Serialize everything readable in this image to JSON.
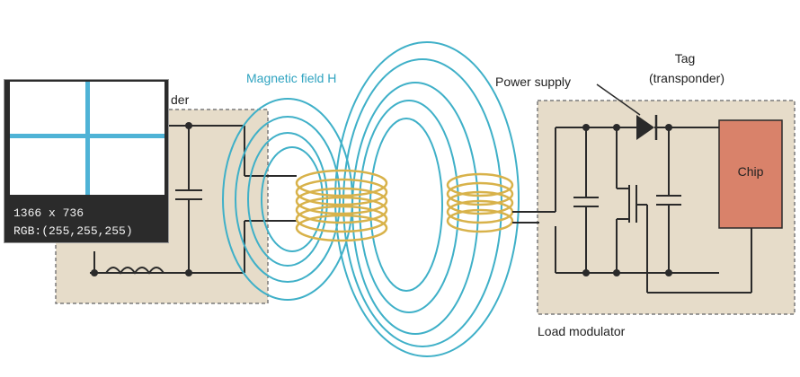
{
  "labels": {
    "field": "Magnetic field H",
    "power_supply": "Power supply",
    "tag_line1": "Tag",
    "tag_line2": "(transponder)",
    "chip": "Chip",
    "load_modulator": "Load modulator",
    "reader_partial": "der"
  },
  "tooltip": {
    "dimensions": "1366 x 736",
    "rgb": "RGB:(255,255,255)"
  },
  "colors": {
    "field_lines": "#3fb0c8",
    "coil": "#d8b24a",
    "box_fill": "#e6dcc9",
    "chip_fill": "#d9826a",
    "wire": "#2a2a2a",
    "label_blue": "#2fa3c0"
  }
}
